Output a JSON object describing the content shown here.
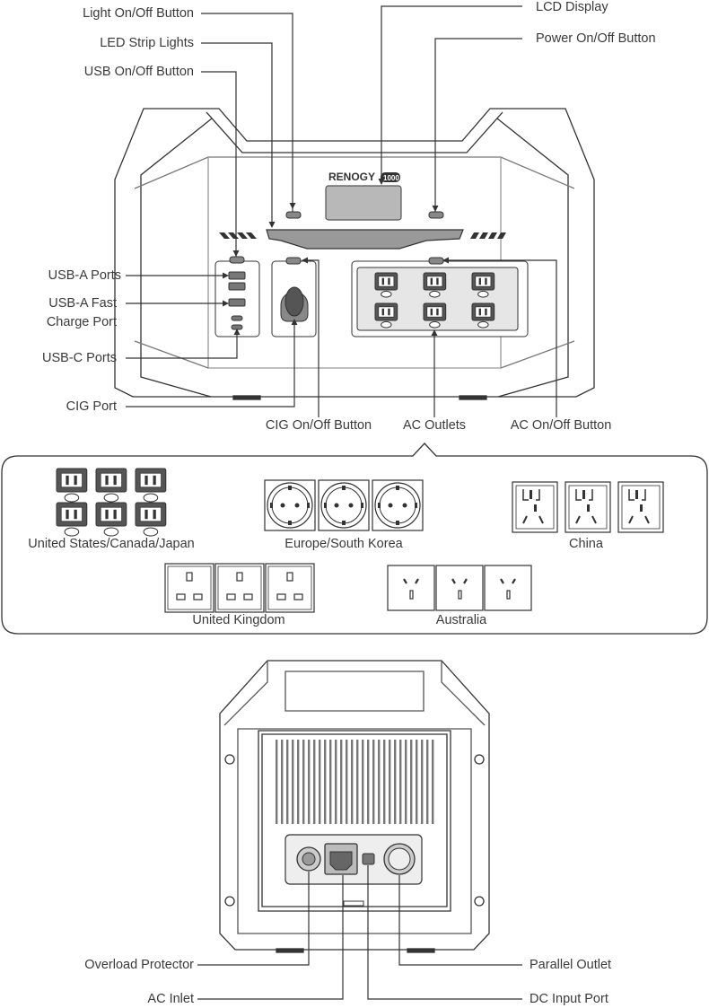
{
  "front_labels": {
    "light_button": "Light On/Off Button",
    "led_strip": "LED Strip Lights",
    "usb_button": "USB On/Off Button",
    "lcd_display": "LCD Display",
    "power_button": "Power On/Off Button",
    "usb_a_ports": "USB-A Ports",
    "usb_a_fast_line1": "USB-A Fast",
    "usb_a_fast_line2": "Charge Port",
    "usb_c_ports": "USB-C Ports",
    "cig_port": "CIG Port",
    "cig_button": "CIG On/Off Button",
    "ac_outlets": "AC Outlets",
    "ac_button": "AC On/Off Button"
  },
  "brand": {
    "logo_text": "RENOGY",
    "model_text": "1000"
  },
  "outlet_regions": {
    "us": "United States/Canada/Japan",
    "eu": "Europe/South Korea",
    "cn": "China",
    "uk": "United Kingdom",
    "au": "Australia"
  },
  "back_labels": {
    "overload": "Overload Protector",
    "ac_inlet": "AC Inlet",
    "parallel": "Parallel Outlet",
    "dc_input": "DC Input Port"
  },
  "colors": {
    "line": "#333333",
    "panel": "#e6e6e6",
    "outlet": "#555555"
  }
}
